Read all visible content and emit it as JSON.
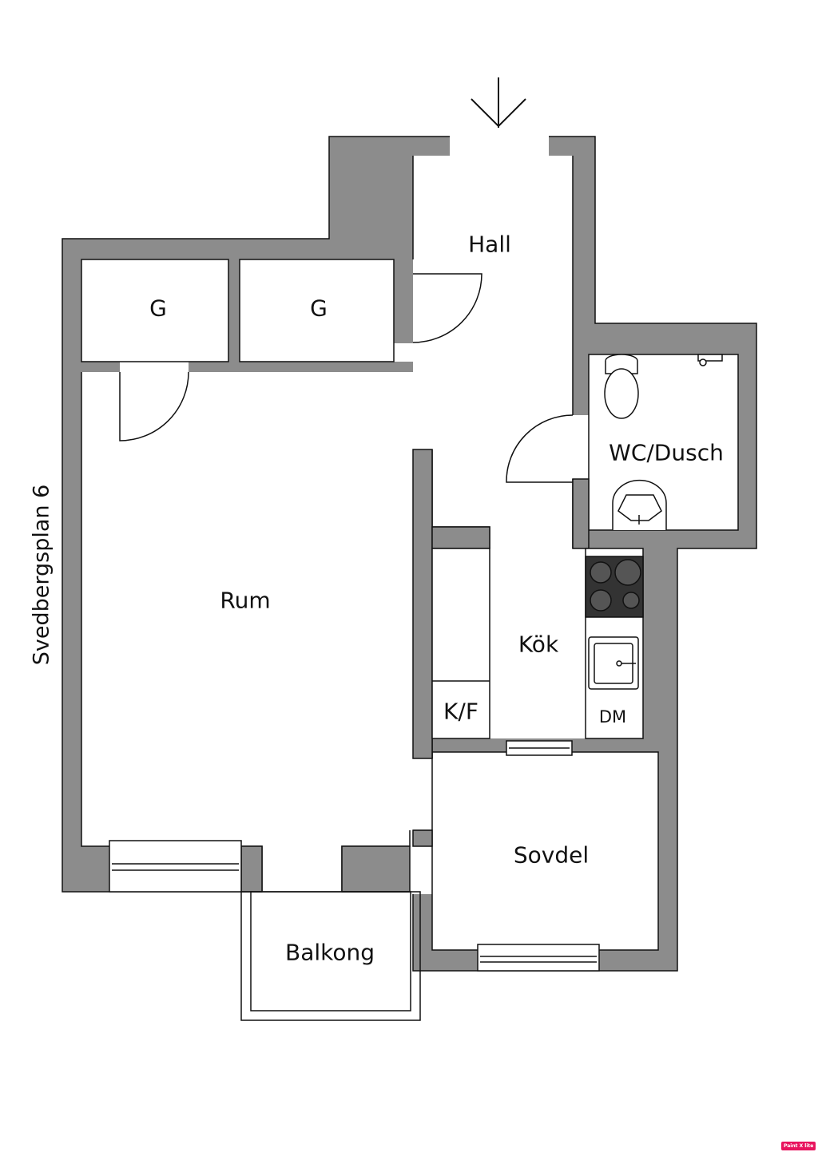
{
  "plan": {
    "street": "Svedbergsplan 6",
    "rooms": {
      "hall": "Hall",
      "storage1": "G",
      "storage2": "G",
      "bathroom": "WC/Dusch",
      "living": "Rum",
      "kitchen": "Kök",
      "fridge": "K/F",
      "dishwasher": "DM",
      "bedroom": "Sovdel",
      "balcony": "Balkong"
    },
    "colors": {
      "wall": "#8c8c8c",
      "line": "#111111",
      "stove": "#333333"
    }
  },
  "watermark": "Paint X lite"
}
